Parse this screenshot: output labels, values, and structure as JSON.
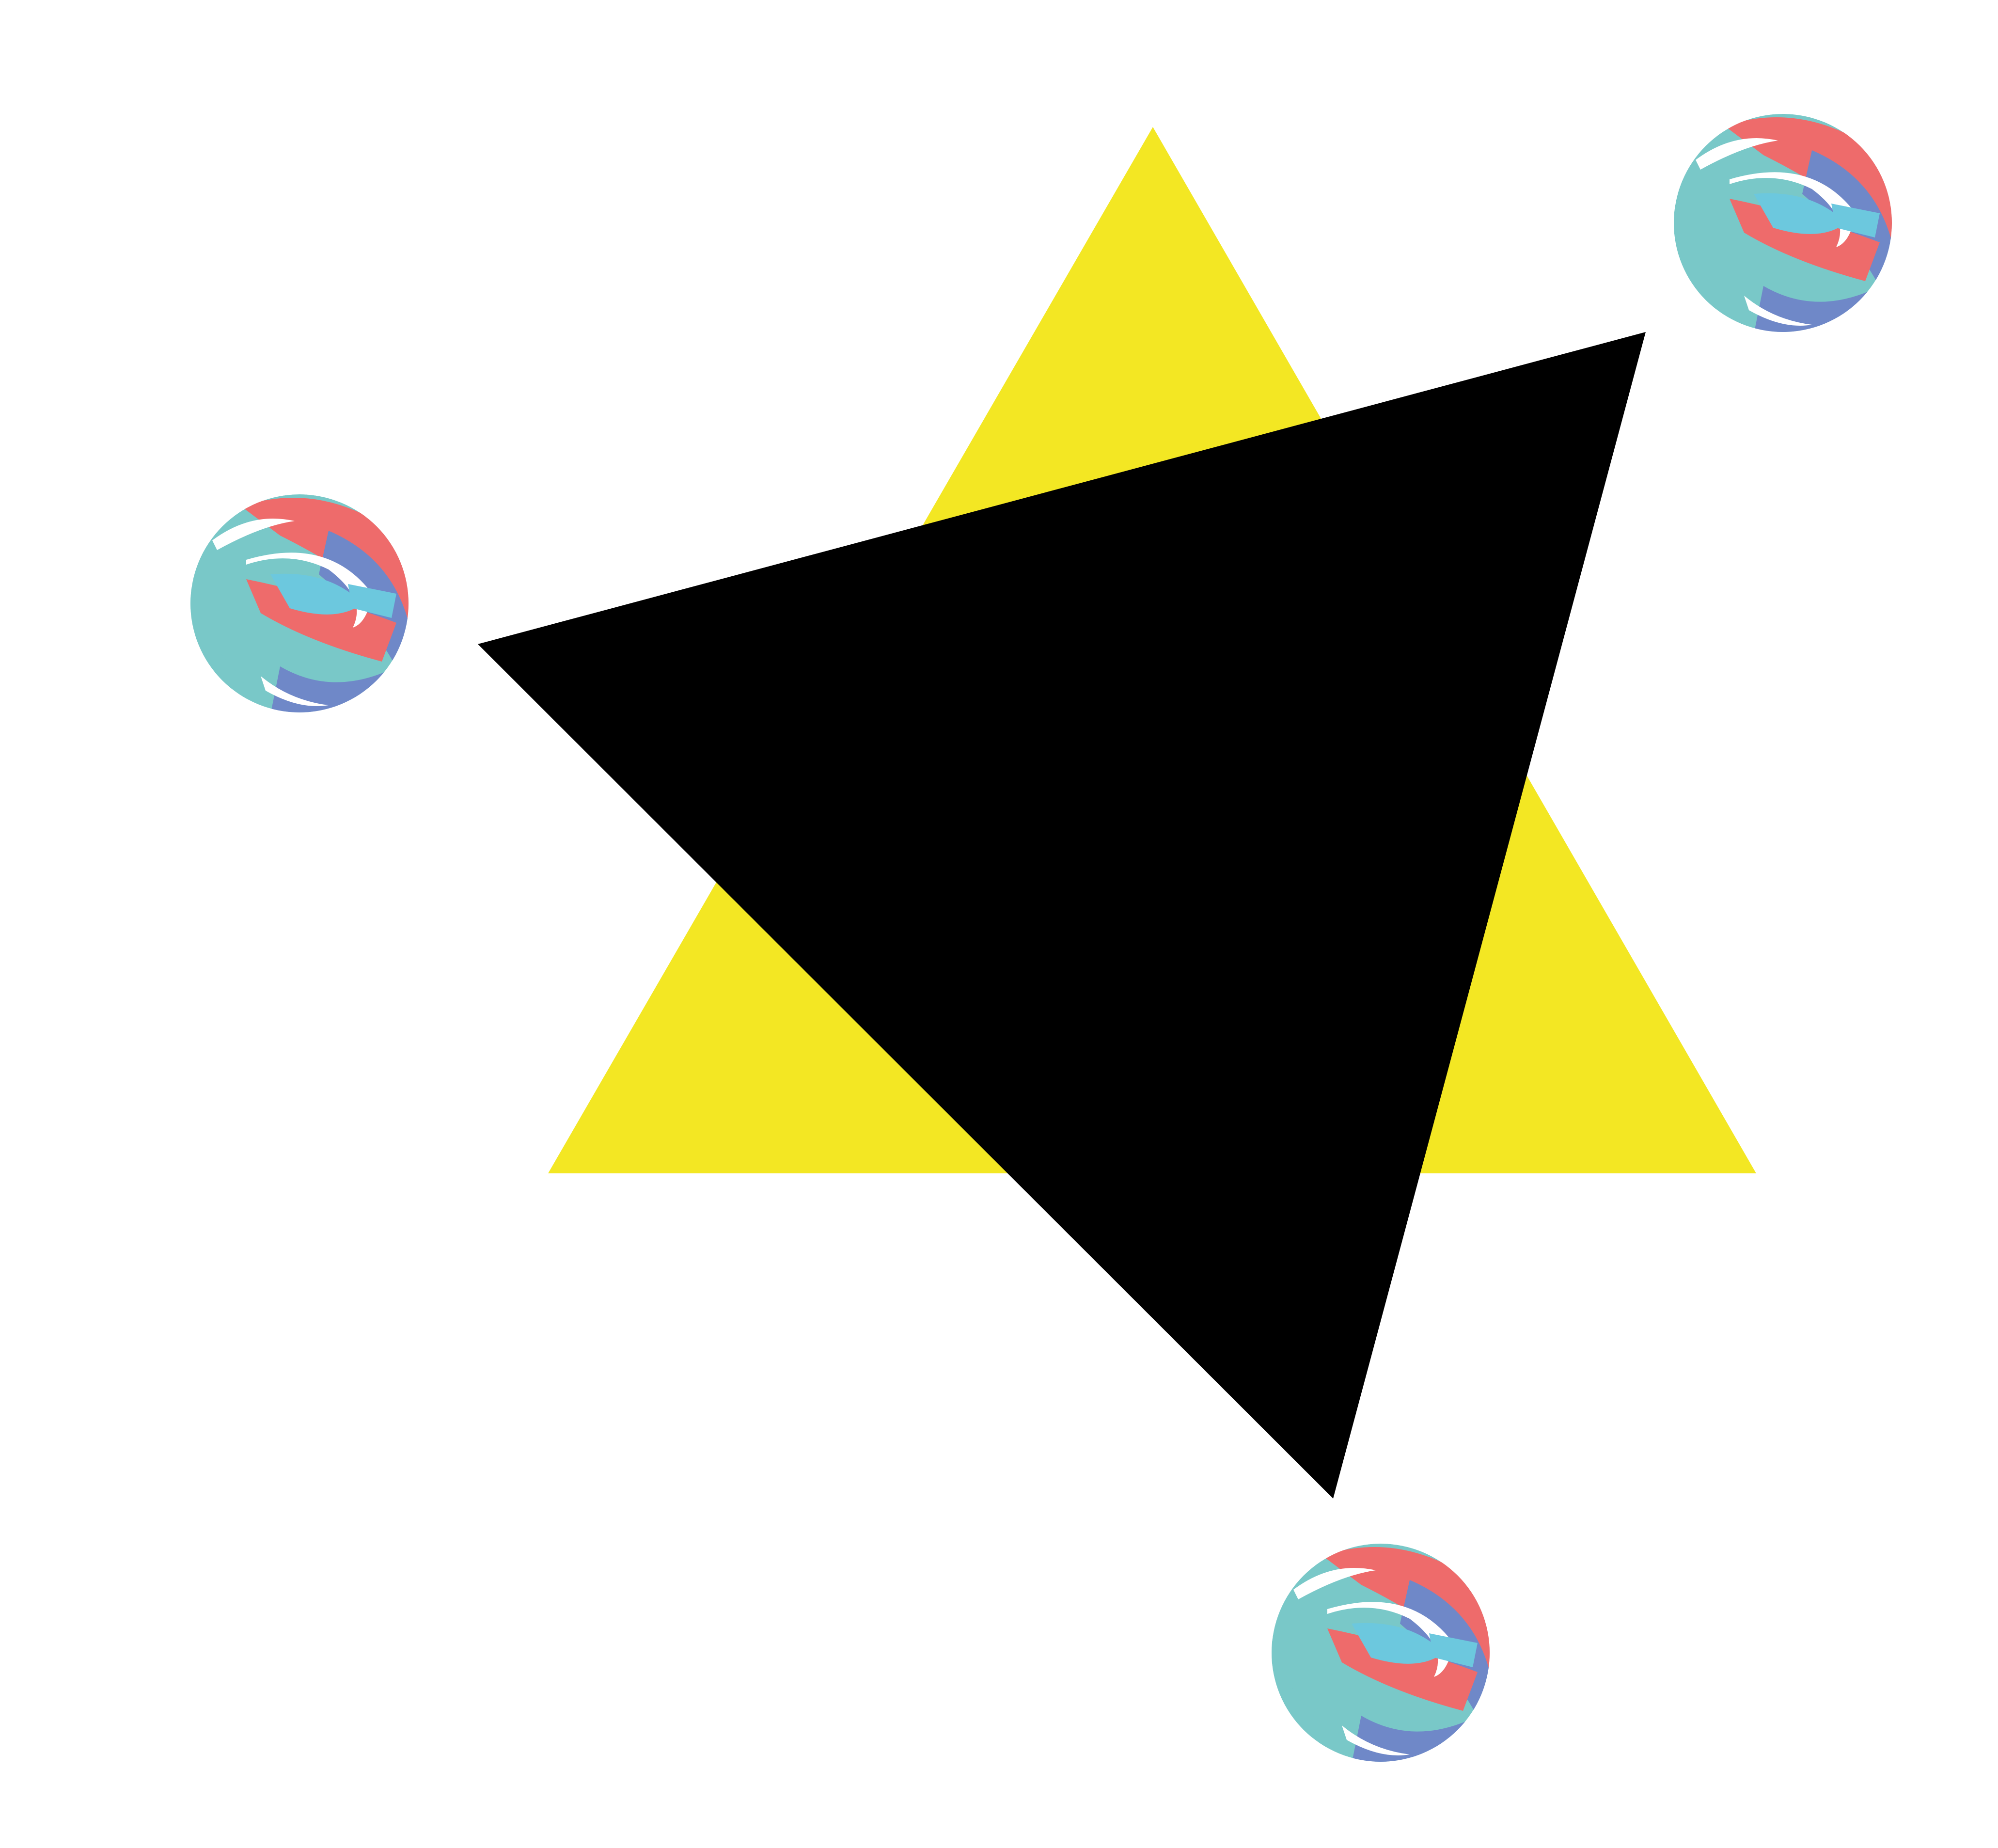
{
  "colors": {
    "background": "#ffffff",
    "yellow_triangle": "#f3e723",
    "black_triangle": "#000000",
    "ball_teal": "#79c8c8",
    "ball_red": "#ee6b6b",
    "ball_blue": "#6f88c8",
    "ball_cyan": "#6cc8de",
    "ball_white": "#ffffff"
  },
  "shapes": {
    "yellow_triangle": "triangle",
    "black_triangle": "triangle",
    "balls": [
      "marble-ball",
      "marble-ball",
      "marble-ball"
    ]
  }
}
